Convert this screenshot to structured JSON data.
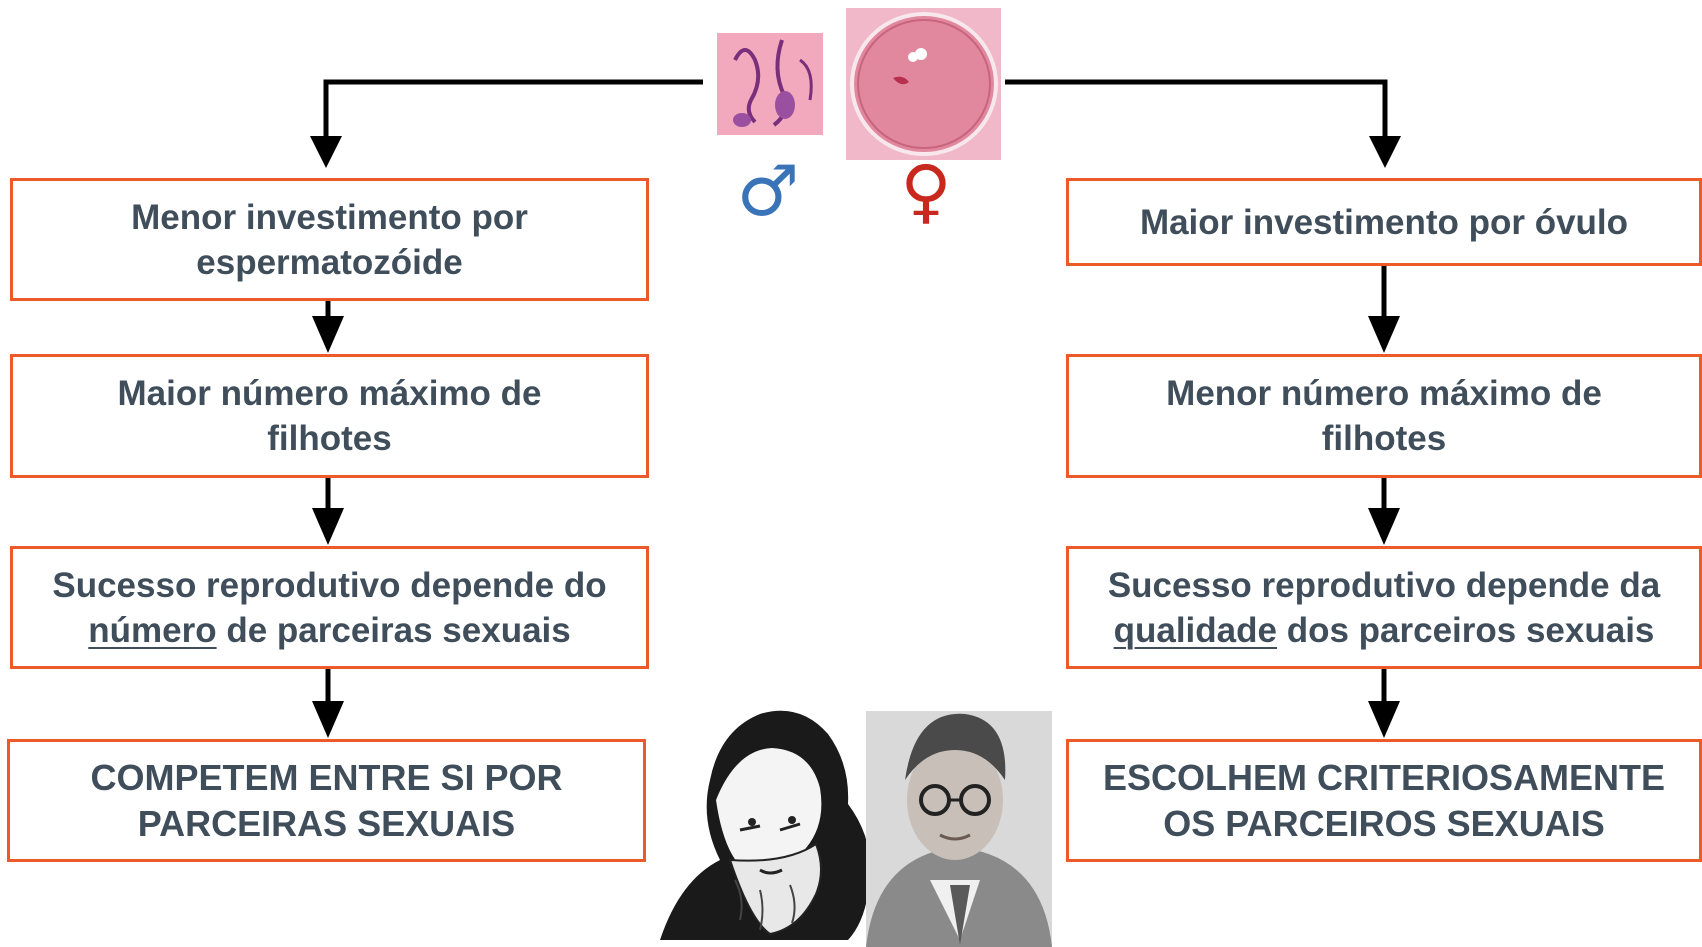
{
  "symbols": {
    "male": "♂",
    "female": "♀",
    "male_color": "#3a74b8",
    "female_color": "#c8281e"
  },
  "left": {
    "box1": {
      "line1": "Menor investimento por",
      "line2": "espermatozóide"
    },
    "box2": {
      "line1": "Maior número máximo de",
      "line2": "filhotes"
    },
    "box3": {
      "line1": "Sucesso reprodutivo depende do",
      "emph": "número",
      "rest": " de parceiras sexuais"
    },
    "box4": {
      "line1": "COMPETEM ENTRE SI POR",
      "line2": "PARCEIRAS SEXUAIS"
    }
  },
  "right": {
    "box1": {
      "line1": "Maior investimento por óvulo"
    },
    "box2": {
      "line1": "Menor número máximo de",
      "line2": "filhotes"
    },
    "box3": {
      "line1": "Sucesso reprodutivo depende da",
      "emph": "qualidade",
      "rest": " dos parceiros sexuais"
    },
    "box4": {
      "line1": "ESCOLHEM CRITERIOSAMENTE",
      "line2": "OS PARCEIROS SEXUAIS"
    }
  },
  "colors": {
    "box_border": "#ec5a2a",
    "text": "#3f4e5a",
    "arrow": "#000000",
    "egg": "#e2889e",
    "sperm_bg": "#f2a8bd"
  },
  "icons": [
    "sperm-photo",
    "egg-photo",
    "male-symbol-icon",
    "female-symbol-icon",
    "darwin-portrait",
    "trivers-portrait"
  ]
}
